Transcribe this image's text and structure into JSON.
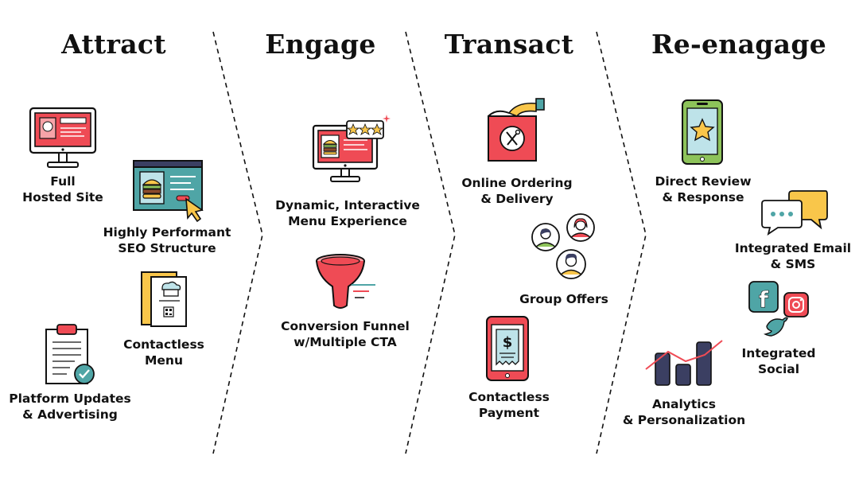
{
  "stages": [
    {
      "title": "Attract"
    },
    {
      "title": "Engage"
    },
    {
      "title": "Transact"
    },
    {
      "title": "Re-enagage"
    }
  ],
  "attract": {
    "full_site": [
      "Full",
      "Hosted Site"
    ],
    "seo": [
      "Highly Performant",
      "SEO Structure"
    ],
    "contactless_menu": [
      "Contactless",
      "Menu"
    ],
    "platform_updates": [
      "Platform Updates",
      "& Advertising"
    ]
  },
  "engage": {
    "dynamic_menu": [
      "Dynamic, Interactive",
      "Menu Experience"
    ],
    "conversion_funnel": [
      "Conversion Funnel",
      "w/Multiple CTA"
    ]
  },
  "transact": {
    "online_ordering": [
      "Online Ordering",
      "& Delivery"
    ],
    "group_offers": [
      "Group Offers"
    ],
    "contactless_payment": [
      "Contactless",
      "Payment"
    ]
  },
  "reengage": {
    "direct_review": [
      "Direct Review",
      "& Response"
    ],
    "email_sms": [
      "Integrated Email",
      "& SMS"
    ],
    "social": [
      "Integrated",
      "Social"
    ],
    "analytics": [
      "Analytics",
      "& Personalization"
    ]
  },
  "icons": {
    "full_site": "monitor-website-icon",
    "seo": "burger-webpage-cursor-icon",
    "contactless_menu": "qr-menu-card-icon",
    "platform_updates": "clipboard-check-icon",
    "dynamic_menu": "monitor-rating-stars-icon",
    "conversion_funnel": "funnel-icon",
    "online_ordering": "takeout-bag-icon",
    "group_offers": "people-group-icon",
    "contactless_payment": "phone-receipt-icon",
    "direct_review": "phone-star-icon",
    "email_sms": "chat-bubbles-icon",
    "social": "social-media-icons",
    "analytics": "bar-chart-icon"
  },
  "colors": {
    "red": "#EF4B55",
    "teal": "#4FA5A6",
    "yellow": "#F9C64A",
    "green": "#8DC35A",
    "navy": "#3B3F62",
    "light_blue": "#BEE3E9",
    "ink": "#111111"
  }
}
